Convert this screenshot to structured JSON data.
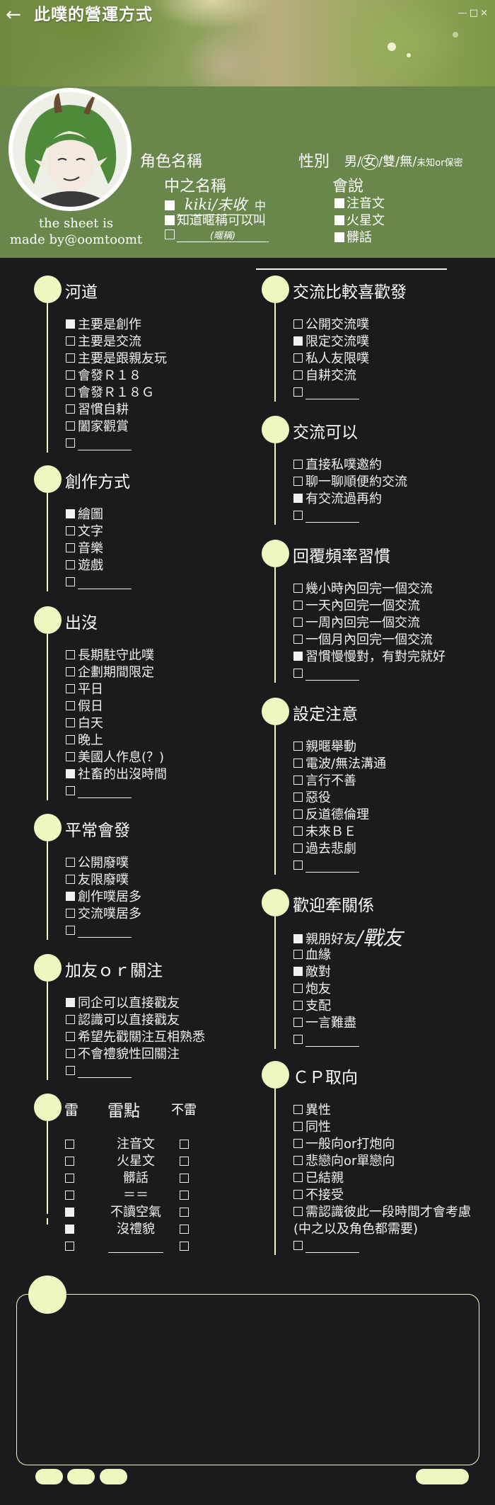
{
  "header": {
    "back_icon": "←",
    "title": "此噗的營運方式",
    "window_controls": [
      "—",
      "□",
      "×"
    ]
  },
  "profile": {
    "credit": [
      "the sheet is",
      "made by@oomtoomt"
    ],
    "char_name_label": "角色名稱",
    "gender_label": "性別",
    "gender_options": {
      "male": "男/",
      "female": "女",
      "rest": "/雙/無/",
      "other": "未知or保密"
    },
    "nakanohito_label": "中之名稱",
    "nakanohito_value": "kiki/未收",
    "nakanohito_suffix": "中",
    "nickname_ok": "知道暱稱可以叫",
    "nickname_placeholder": "(暱稱)",
    "can_speak_label": "會說",
    "can_speak_items": [
      "注音文",
      "火星文",
      "髒話"
    ]
  },
  "sections": {
    "river": {
      "title": "河道",
      "items": [
        {
          "label": "主要是創作",
          "checked": true
        },
        {
          "label": "主要是交流",
          "checked": false
        },
        {
          "label": "主要是跟親友玩",
          "checked": false
        },
        {
          "label": "會發Ｒ１８",
          "checked": false
        },
        {
          "label": "會發Ｒ１８Ｇ",
          "checked": false
        },
        {
          "label": "習慣自耕",
          "checked": false
        },
        {
          "label": "闔家觀賞",
          "checked": false
        }
      ]
    },
    "creation": {
      "title": "創作方式",
      "items": [
        {
          "label": "繪圖",
          "checked": true
        },
        {
          "label": "文字",
          "checked": false
        },
        {
          "label": "音樂",
          "checked": false
        },
        {
          "label": "遊戲",
          "checked": false
        }
      ]
    },
    "appear": {
      "title": "出沒",
      "items": [
        {
          "label": "長期駐守此噗",
          "checked": false
        },
        {
          "label": "企劃期間限定",
          "checked": false
        },
        {
          "label": "平日",
          "checked": false
        },
        {
          "label": "假日",
          "checked": false
        },
        {
          "label": "白天",
          "checked": false
        },
        {
          "label": "晚上",
          "checked": false
        },
        {
          "label": "美國人作息(？)",
          "checked": false
        },
        {
          "label": "社畜的出沒時間",
          "checked": true
        }
      ]
    },
    "usual": {
      "title": "平常會發",
      "items": [
        {
          "label": "公開廢噗",
          "checked": false
        },
        {
          "label": "友限廢噗",
          "checked": false
        },
        {
          "label": "創作噗居多",
          "checked": true
        },
        {
          "label": "交流噗居多",
          "checked": false
        }
      ]
    },
    "follow": {
      "title": "加友ｏｒ關注",
      "items": [
        {
          "label": "同企可以直接戳友",
          "checked": true
        },
        {
          "label": "認識可以直接戳友",
          "checked": false
        },
        {
          "label": "希望先戳關注互相熟悉",
          "checked": false
        },
        {
          "label": "不會禮貌性回關注",
          "checked": false
        }
      ]
    },
    "exchange_pref": {
      "title": "交流比較喜歡發",
      "items": [
        {
          "label": "公開交流噗",
          "checked": false
        },
        {
          "label": "限定交流噗",
          "checked": true
        },
        {
          "label": "私人友限噗",
          "checked": false
        },
        {
          "label": "自耕交流",
          "checked": false
        }
      ]
    },
    "exchange_ok": {
      "title": "交流可以",
      "items": [
        {
          "label": "直接私噗邀約",
          "checked": false
        },
        {
          "label": "聊一聊順便約交流",
          "checked": false
        },
        {
          "label": "有交流過再約",
          "checked": true
        }
      ]
    },
    "reply": {
      "title": "回覆頻率習慣",
      "items": [
        {
          "label": "幾小時內回完一個交流",
          "checked": false
        },
        {
          "label": "一天內回完一個交流",
          "checked": false
        },
        {
          "label": "一周內回完一個交流",
          "checked": false
        },
        {
          "label": "一個月內回完一個交流",
          "checked": false
        },
        {
          "label": "習慣慢慢對，有對完就好",
          "checked": true
        }
      ]
    },
    "setting": {
      "title": "設定注意",
      "items": [
        {
          "label": "親暱舉動",
          "checked": false
        },
        {
          "label": "電波/無法溝通",
          "checked": false
        },
        {
          "label": "言行不善",
          "checked": false
        },
        {
          "label": "惡役",
          "checked": false
        },
        {
          "label": "反道德倫理",
          "checked": false
        },
        {
          "label": "未來ＢＥ",
          "checked": false
        },
        {
          "label": "過去悲劇",
          "checked": false
        }
      ]
    },
    "relation": {
      "title": "歡迎牽關係",
      "handwritten": "/戰友",
      "items": [
        {
          "label": "親朋好友",
          "checked": true
        },
        {
          "label": "血緣",
          "checked": false
        },
        {
          "label": "敵對",
          "checked": true
        },
        {
          "label": "炮友",
          "checked": false
        },
        {
          "label": "支配",
          "checked": false
        },
        {
          "label": "一言難盡",
          "checked": false
        }
      ]
    },
    "cp": {
      "title": "ＣＰ取向",
      "items": [
        {
          "label": "異性",
          "checked": false
        },
        {
          "label": "同性",
          "checked": false
        },
        {
          "label": "一般向or打炮向",
          "checked": false
        },
        {
          "label": "悲戀向or單戀向",
          "checked": false
        },
        {
          "label": "已結親",
          "checked": false
        },
        {
          "label": "不接受",
          "checked": false
        },
        {
          "label": "需認識彼此一段時間才會考慮",
          "checked": false
        }
      ],
      "note": "(中之以及角色都需要)"
    },
    "mine": {
      "title": "雷",
      "col_mid": "雷點",
      "col_right": "不雷",
      "rows": [
        {
          "label": "注音文",
          "left": false,
          "right": false
        },
        {
          "label": "火星文",
          "left": false,
          "right": false
        },
        {
          "label": "髒話",
          "left": false,
          "right": false
        },
        {
          "label": "＝＝",
          "left": false,
          "right": false
        },
        {
          "label": "不讀空氣",
          "left": true,
          "right": false
        },
        {
          "label": "沒禮貌",
          "left": true,
          "right": false
        },
        {
          "label": "",
          "left": false,
          "right": false
        }
      ]
    }
  },
  "colors": {
    "accent": "#eff6bf",
    "background": "#1b1b1d",
    "profile_band": "#69864b"
  }
}
